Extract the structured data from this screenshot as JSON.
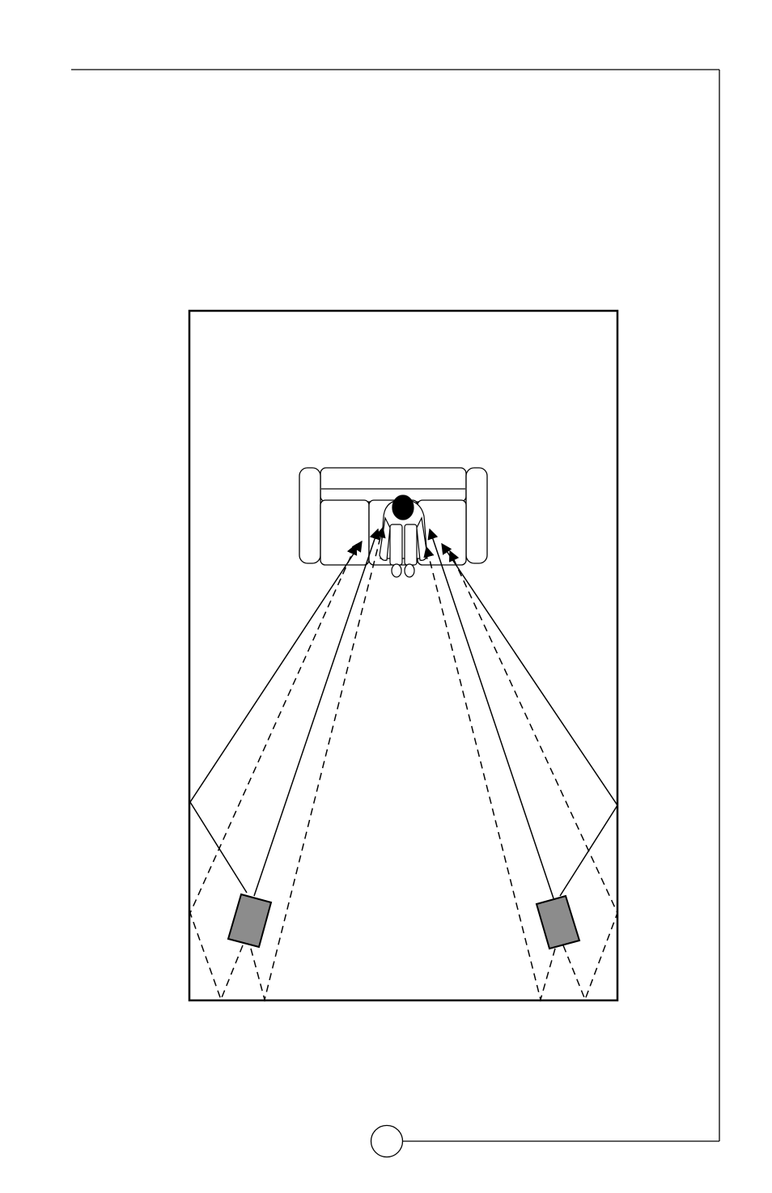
{
  "page": {
    "page_number": ""
  },
  "diagram": {
    "room": {},
    "listener": {},
    "speakers": [
      {
        "side": "left",
        "color": "#8c8c8c"
      },
      {
        "side": "right",
        "color": "#8c8c8c"
      }
    ],
    "sound_paths": {
      "direct": "solid",
      "reflected": "dashed"
    },
    "colors": {
      "line": "#000000",
      "speaker_fill": "#8c8c8c",
      "background": "#ffffff"
    }
  }
}
